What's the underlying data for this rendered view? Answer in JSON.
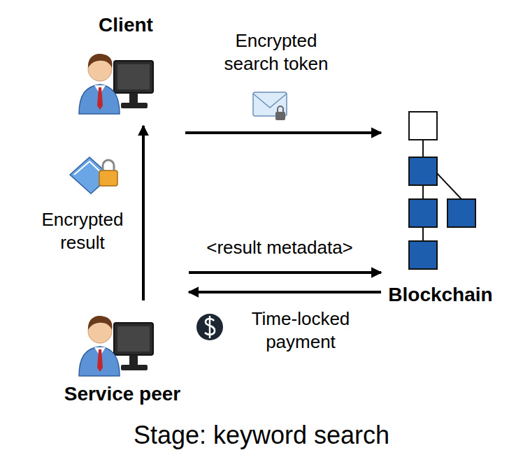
{
  "diagram": {
    "caption": "Stage: keyword search",
    "nodes": [
      {
        "text": [
          "Client"
        ]
      },
      {
        "text": [
          "Blockchain"
        ]
      },
      {
        "text": [
          "Service peer"
        ]
      }
    ],
    "edges": [
      {
        "from": 0,
        "to": 1,
        "label": "Encrypted search token",
        "arrow": "to"
      },
      {
        "from": 2,
        "to": 0,
        "label": "Encrypted result",
        "arrow": "to"
      },
      {
        "from": 2,
        "to": 1,
        "label": "<result metadata>",
        "arrow": "to"
      },
      {
        "from": 1,
        "to": 2,
        "label": "Time-locked payment",
        "arrow": "to"
      }
    ]
  }
}
